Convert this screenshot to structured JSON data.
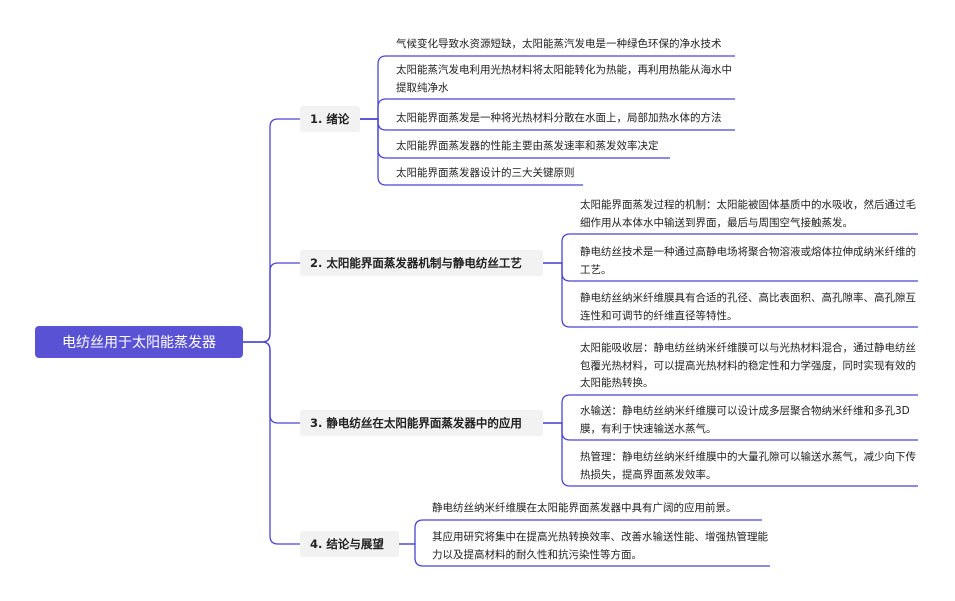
{
  "root": {
    "label": "电纺丝用于太阳能蒸发器"
  },
  "colors": {
    "accent": "#5a52d5",
    "line": "#4a46d0",
    "topic_bg": "#f2f2f2"
  },
  "branches": [
    {
      "label": "1. 绪论",
      "leaves": [
        "气候变化导致水资源短缺，太阳能蒸汽发电是一种绿色环保的净水技术",
        "太阳能蒸汽发电利用光热材料将太阳能转化为热能，再利用热能从海水中提取纯净水",
        "太阳能界面蒸发是一种将光热材料分散在水面上，局部加热水体的方法",
        "太阳能界面蒸发器的性能主要由蒸发速率和蒸发效率决定",
        "太阳能界面蒸发器设计的三大关键原则"
      ]
    },
    {
      "label": "2. 太阳能界面蒸发器机制与静电纺丝工艺",
      "leaves": [
        "太阳能界面蒸发过程的机制：太阳能被固体基质中的水吸收，然后通过毛细作用从本体水中输送到界面，最后与周围空气接触蒸发。",
        "静电纺丝技术是一种通过高静电场将聚合物溶液或熔体拉伸成纳米纤维的工艺。",
        "静电纺丝纳米纤维膜具有合适的孔径、高比表面积、高孔隙率、高孔隙互连性和可调节的纤维直径等特性。"
      ]
    },
    {
      "label": "3. 静电纺丝在太阳能界面蒸发器中的应用",
      "leaves": [
        "太阳能吸收层：静电纺丝纳米纤维膜可以与光热材料混合，通过静电纺丝包覆光热材料，可以提高光热材料的稳定性和力学强度，同时实现有效的太阳能热转换。",
        "水输送：静电纺丝纳米纤维膜可以设计成多层聚合物纳米纤维和多孔3D膜，有利于快速输送水蒸气。",
        "热管理：静电纺丝纳米纤维膜中的大量孔隙可以输送水蒸气，减少向下传热损失，提高界面蒸发效率。"
      ]
    },
    {
      "label": "4. 结论与展望",
      "leaves": [
        "静电纺丝纳米纤维膜在太阳能界面蒸发器中具有广阔的应用前景。",
        "其应用研究将集中在提高光热转换效率、改善水输送性能、增强热管理能力以及提高材料的耐久性和抗污染性等方面。"
      ]
    }
  ]
}
